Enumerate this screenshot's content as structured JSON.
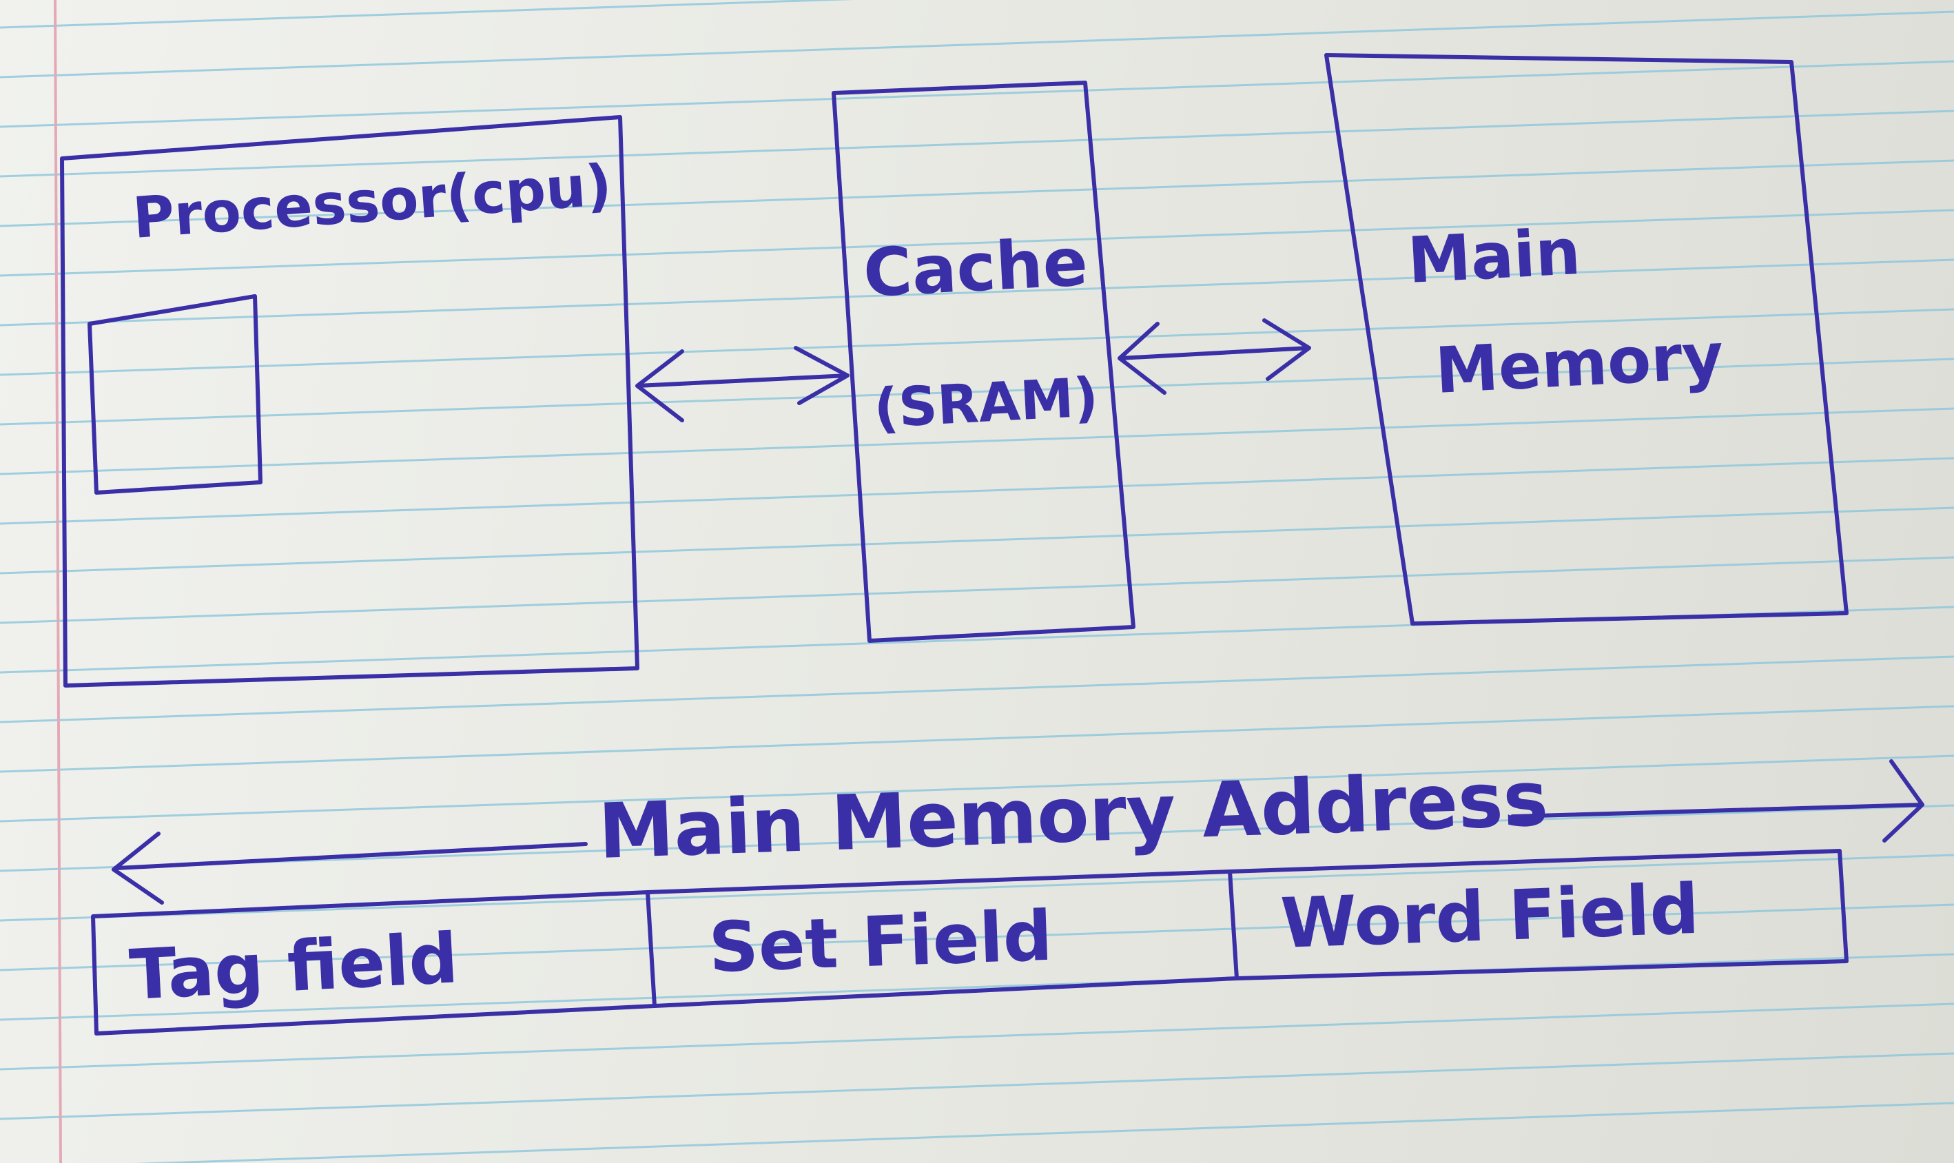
{
  "diagram": {
    "blocks": [
      {
        "id": "cpu",
        "label": "Processor(cpu)"
      },
      {
        "id": "cache",
        "label_line1": "Cache",
        "label_line2": "(SRAM)"
      },
      {
        "id": "memory",
        "label_line1": "Main",
        "label_line2": "Memory"
      }
    ],
    "address": {
      "title": "Main Memory Address",
      "fields": [
        "Tag field",
        "Set Field",
        "Word Field"
      ]
    }
  },
  "colors": {
    "ink": "#3a2fa6",
    "paper": "#ebece6",
    "ruled_line": "#8cc6dc",
    "margin_line": "#e4a9b6"
  }
}
